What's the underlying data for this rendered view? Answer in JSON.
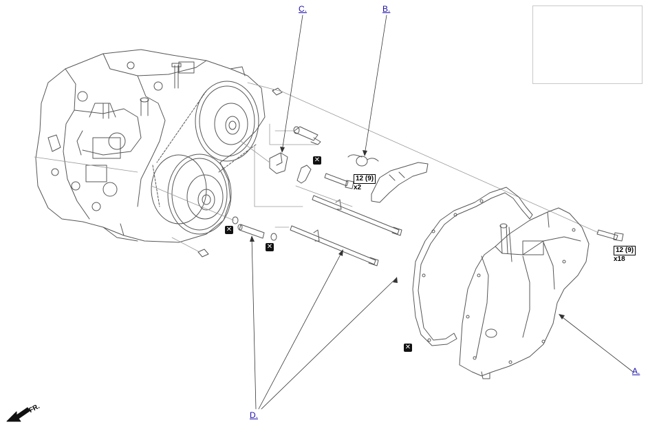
{
  "callouts": {
    "a": "A.",
    "b": "B.",
    "c": "C.",
    "d": "D."
  },
  "torque_specs": [
    {
      "value": "12 (9)",
      "quantity": "x2"
    },
    {
      "value": "12 (9)",
      "quantity": "x18"
    }
  ],
  "replace_mark": "✕",
  "front_indicator": "FR.",
  "colors": {
    "line": "#555555",
    "link": "#1a0dab",
    "highlight": "#707070"
  }
}
